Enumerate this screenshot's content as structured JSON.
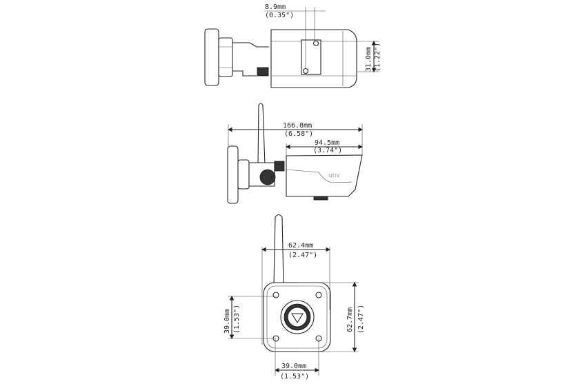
{
  "top_view": {
    "dim_offset_mm": "8.9mm",
    "dim_offset_in": "(0.35\")",
    "dim_height_mm": "31.0mm",
    "dim_height_in": "(1.22\")"
  },
  "side_view": {
    "dim_total_mm": "166.8mm",
    "dim_total_in": "(6.58\")",
    "dim_body_mm": "94.5mm",
    "dim_body_in": "(3.74\")",
    "logo": "unv"
  },
  "front_view": {
    "dim_width_mm": "62.4mm",
    "dim_width_in": "(2.47\")",
    "dim_height_mm": "62.7mm",
    "dim_height_in": "(2.47\")",
    "dim_hole_v_mm": "39.0mm",
    "dim_hole_v_in": "(1.53\")",
    "dim_hole_h_mm": "39.0mm",
    "dim_hole_h_in": "(1.53\")"
  }
}
